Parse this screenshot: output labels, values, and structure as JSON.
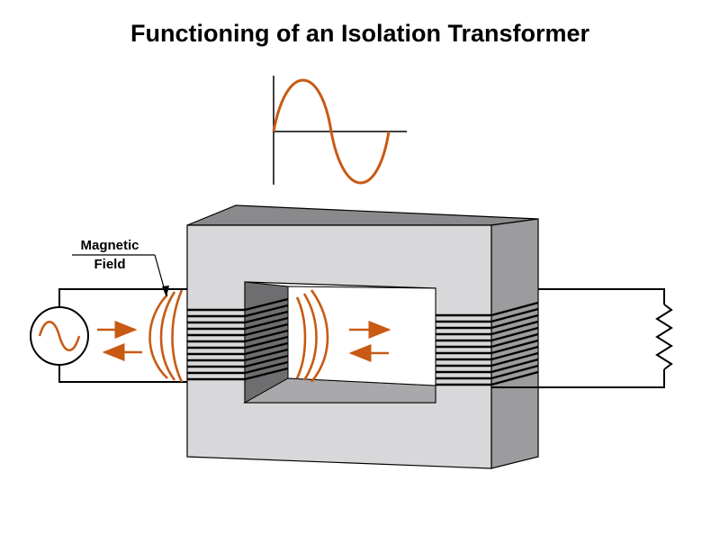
{
  "title": "Functioning of an Isolation Transformer",
  "labels": {
    "magnetic_field_line1": "Magnetic",
    "magnetic_field_line2": "Field"
  },
  "colors": {
    "accent": "#c85a14",
    "core_front": "#d8d8da",
    "core_top": "#8a8a8c",
    "core_side": "#9c9c9e",
    "core_inner_dark": "#6e6e70",
    "wire": "#000000"
  },
  "icons": {
    "source": "ac-source-icon",
    "load": "resistor-icon",
    "waveform": "sine-wave-icon"
  }
}
